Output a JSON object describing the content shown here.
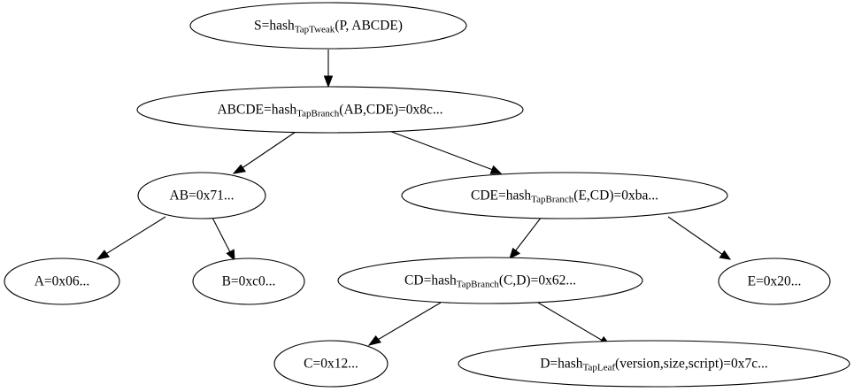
{
  "diagram": {
    "title": "Taproot MAST hash tree",
    "background_color": "#ffffff",
    "stroke_color": "#000000",
    "nodes": [
      {
        "id": "S",
        "prefix": "S=hash",
        "subscript": "TapTweak",
        "suffix": "(P, ABCDE)",
        "full_text": "S=hash_TapTweak(P, ABCDE)"
      },
      {
        "id": "ABCDE",
        "prefix": "ABCDE=hash",
        "subscript": "TapBranch",
        "suffix": "(AB,CDE)=0x8c...",
        "full_text": "ABCDE=hash_TapBranch(AB,CDE)=0x8c..."
      },
      {
        "id": "AB",
        "prefix": "AB=0x71...",
        "subscript": "",
        "suffix": "",
        "full_text": "AB=0x71..."
      },
      {
        "id": "CDE",
        "prefix": "CDE=hash",
        "subscript": "TapBranch",
        "suffix": "(E,CD)=0xba...",
        "full_text": "CDE=hash_TapBranch(E,CD)=0xba..."
      },
      {
        "id": "A",
        "prefix": "A=0x06...",
        "subscript": "",
        "suffix": "",
        "full_text": "A=0x06..."
      },
      {
        "id": "B",
        "prefix": "B=0xc0...",
        "subscript": "",
        "suffix": "",
        "full_text": "B=0xc0..."
      },
      {
        "id": "CD",
        "prefix": "CD=hash",
        "subscript": "TapBranch",
        "suffix": "(C,D)=0x62...",
        "full_text": "CD=hash_TapBranch(C,D)=0x62..."
      },
      {
        "id": "E",
        "prefix": "E=0x20...",
        "subscript": "",
        "suffix": "",
        "full_text": "E=0x20..."
      },
      {
        "id": "C",
        "prefix": "C=0x12...",
        "subscript": "",
        "suffix": "",
        "full_text": "C=0x12..."
      },
      {
        "id": "D",
        "prefix": "D=hash",
        "subscript": "TapLeaf",
        "suffix": "(version,size,script)=0x7c...",
        "full_text": "D=hash_TapLeaf(version,size,script)=0x7c..."
      }
    ],
    "edges": [
      {
        "from": "S",
        "to": "ABCDE"
      },
      {
        "from": "ABCDE",
        "to": "AB"
      },
      {
        "from": "ABCDE",
        "to": "CDE"
      },
      {
        "from": "AB",
        "to": "A"
      },
      {
        "from": "AB",
        "to": "B"
      },
      {
        "from": "CDE",
        "to": "CD"
      },
      {
        "from": "CDE",
        "to": "E"
      },
      {
        "from": "CD",
        "to": "C"
      },
      {
        "from": "CD",
        "to": "D"
      }
    ]
  }
}
